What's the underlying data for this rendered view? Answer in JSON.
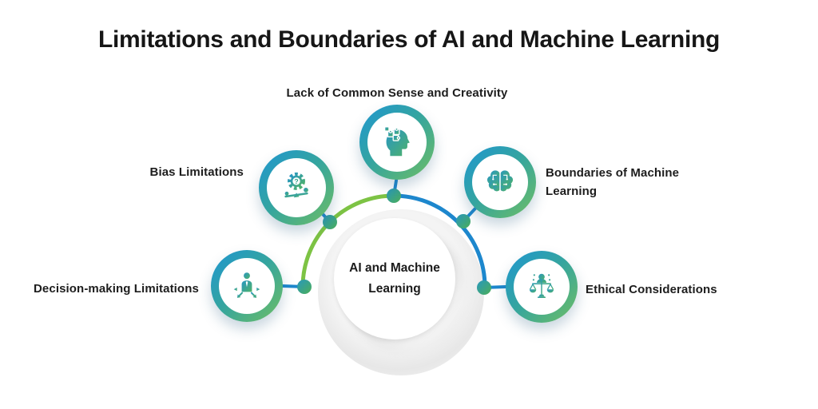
{
  "title": "Limitations and Boundaries of AI and Machine Learning",
  "center": {
    "label": "AI and Machine Learning",
    "line1": "AI and Machine",
    "line2": "Learning"
  },
  "satellites": [
    {
      "id": "common-sense",
      "label": "Lack of Common Sense and Creativity",
      "icon": "head-puzzle-icon"
    },
    {
      "id": "bias",
      "label": "Bias Limitations",
      "icon": "gear-balance-icon",
      "icon_glyph": "?"
    },
    {
      "id": "boundaries",
      "label": "Boundaries of Machine Learning",
      "icon": "brain-circuit-icon"
    },
    {
      "id": "decision",
      "label": "Decision-making Limitations",
      "icon": "person-arrows-icon"
    },
    {
      "id": "ethical",
      "label": "Ethical Considerations",
      "icon": "person-scales-icon"
    }
  ],
  "colors": {
    "title_text": "#161616",
    "label_text": "#1d1d1d",
    "ring_gradient_start": "#1e96d2",
    "ring_gradient_end": "#6fbe63",
    "arc_green": "#7dc344",
    "arc_blue": "#1d87cd",
    "connector_blue": "#1d87cd",
    "node_gradient_start": "#2898bd",
    "node_gradient_end": "#4cae58",
    "icon_gradient_start": "#2796c4",
    "icon_gradient_end": "#4fb269",
    "hub_fill": "#ffffff",
    "backdrop_fill": "#e7e7e7",
    "background": "#ffffff"
  }
}
